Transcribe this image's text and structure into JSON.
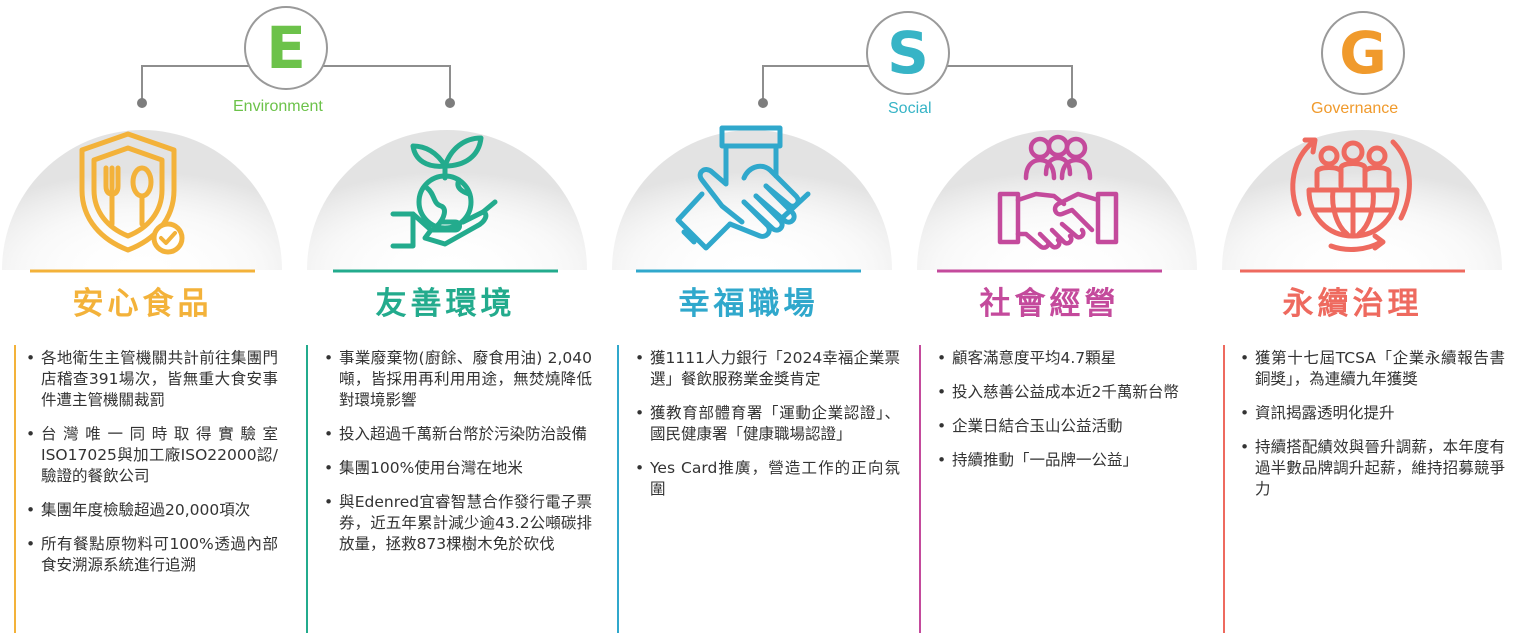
{
  "colors": {
    "environment": "#6cc24a",
    "social": "#37b4c6",
    "governance": "#f09a2c",
    "food": "#f3b23a",
    "environment_col": "#23ab8d",
    "workplace": "#30a8cc",
    "community": "#c44a9c",
    "governance_col": "#ee6a5f"
  },
  "pillars": [
    {
      "letter": "E",
      "label": "Environment",
      "icon": "letter-e-icon"
    },
    {
      "letter": "S",
      "label": "Social",
      "icon": "letter-s-icon"
    },
    {
      "letter": "G",
      "label": "Governance",
      "icon": "letter-g-icon"
    }
  ],
  "columns": [
    {
      "title": "安心食品",
      "icon": "shield-fork-spoon-icon",
      "items": [
        "各地衛生主管機關共計前往集團門店稽查391場次，皆無重大食安事件遭主管機關裁罰",
        "台灣唯一同時取得實驗室ISO17025與加工廠ISO22000認/驗證的餐飲公司",
        "集團年度檢驗超過20,000項次",
        "所有餐點原物料可100%透過內部食安溯源系統進行追溯"
      ]
    },
    {
      "title": "友善環境",
      "icon": "hand-globe-sprout-icon",
      "items": [
        "事業廢棄物(廚餘、廢食用油) 2,040噸，皆採用再利用用途，無焚燒降低對環境影響",
        "投入超過千萬新台幣於污染防治設備",
        "集團100%使用台灣在地米",
        "與Edenred宜睿智慧合作發行電子票券，近五年累計減少逾43.2公噸碳排放量，拯救873棵樹木免於砍伐"
      ]
    },
    {
      "title": "幸福職場",
      "icon": "helping-hands-icon",
      "items": [
        "獲1111人力銀行「2024幸福企業票選」餐飲服務業金獎肯定",
        "獲教育部體育署「運動企業認證」、國民健康署「健康職場認證」",
        "Yes Card推廣，營造工作的正向氛圍"
      ]
    },
    {
      "title": "社會經營",
      "icon": "handshake-people-icon",
      "items": [
        "顧客滿意度平均4.7顆星",
        "投入慈善公益成本近2千萬新台幣",
        "企業日結合玉山公益活動",
        "持續推動「一品牌一公益」"
      ]
    },
    {
      "title": "永續治理",
      "icon": "people-globe-cycle-icon",
      "items": [
        "獲第十七屆TCSA「企業永續報告書銅獎」，為連續九年獲獎",
        "資訊揭露透明化提升",
        "持續搭配績效與晉升調薪，本年度有過半數品牌調升起薪，維持招募競爭力"
      ]
    }
  ]
}
